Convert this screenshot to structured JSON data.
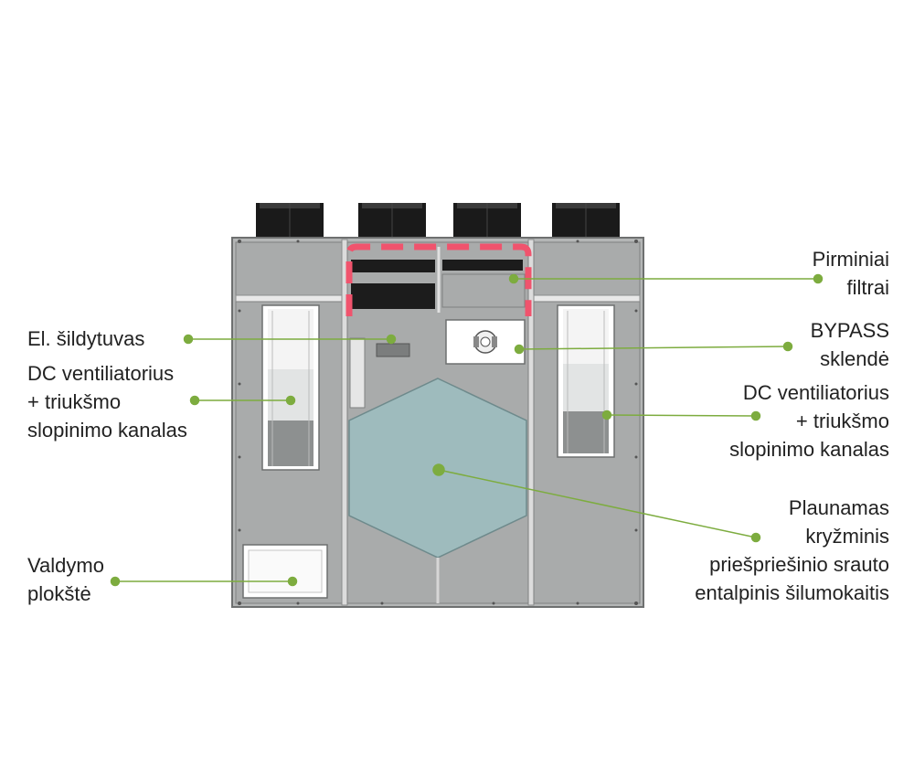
{
  "colors": {
    "leader": "#7dac3f",
    "casing": "#b4b6b6",
    "panel": "#a9abab",
    "outline": "#6e7070",
    "exchanger": "#9ebbbd",
    "filter_marker": "#f0536d",
    "duct": "#1a1a1a"
  },
  "labels": {
    "heater": [
      "El. šildytuvas"
    ],
    "fan_left": [
      "DC ventiliatorius",
      "+ triukšmo",
      "slopinimo kanalas"
    ],
    "control": [
      "Valdymo",
      "plokštė"
    ],
    "filters": [
      "Pirminiai",
      "filtrai"
    ],
    "bypass": [
      "BYPASS",
      "sklendė"
    ],
    "fan_right": [
      "DC ventiliatorius",
      "+ triukšmo",
      "slopinimo kanalas"
    ],
    "exchanger": [
      "Plaunamas",
      "kryžminis",
      "priešpriešinio srauto",
      "entalpinis šilumokaitis"
    ]
  }
}
